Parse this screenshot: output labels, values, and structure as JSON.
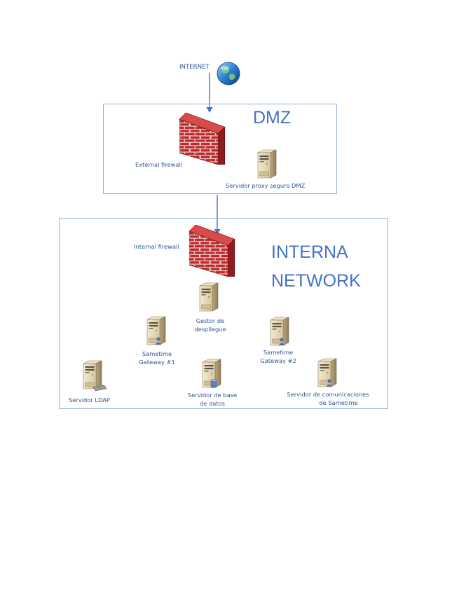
{
  "internet": {
    "label": "INTERNET",
    "icon": "globe-icon"
  },
  "dmz": {
    "title": "DMZ",
    "firewall_label": "External firewall",
    "proxy_label": "Servidor proxy seguro DMZ"
  },
  "internal": {
    "title_line1": "INTERNA",
    "title_line2": "NETWORK",
    "firewall_label": "Internal firewall",
    "deploy_manager": [
      "Gestor de",
      "despliegue"
    ],
    "gateway1": [
      "Sametime",
      "Gateway #1"
    ],
    "gateway2": [
      "Sametime",
      "Gateway #2"
    ],
    "ldap": "Servidor LDAP",
    "database": [
      "Servidor de base",
      "de datos"
    ],
    "comms": [
      "Servidor de comunicaciones",
      "de Sametime"
    ]
  },
  "colors": {
    "zone_border": "#8db3d9",
    "title_blue": "#4472c4",
    "label_blue": "#2f5597",
    "arrow_blue": "#4472c4",
    "brick_red": "#c0282d",
    "server_beige": "#e6d9b8"
  }
}
